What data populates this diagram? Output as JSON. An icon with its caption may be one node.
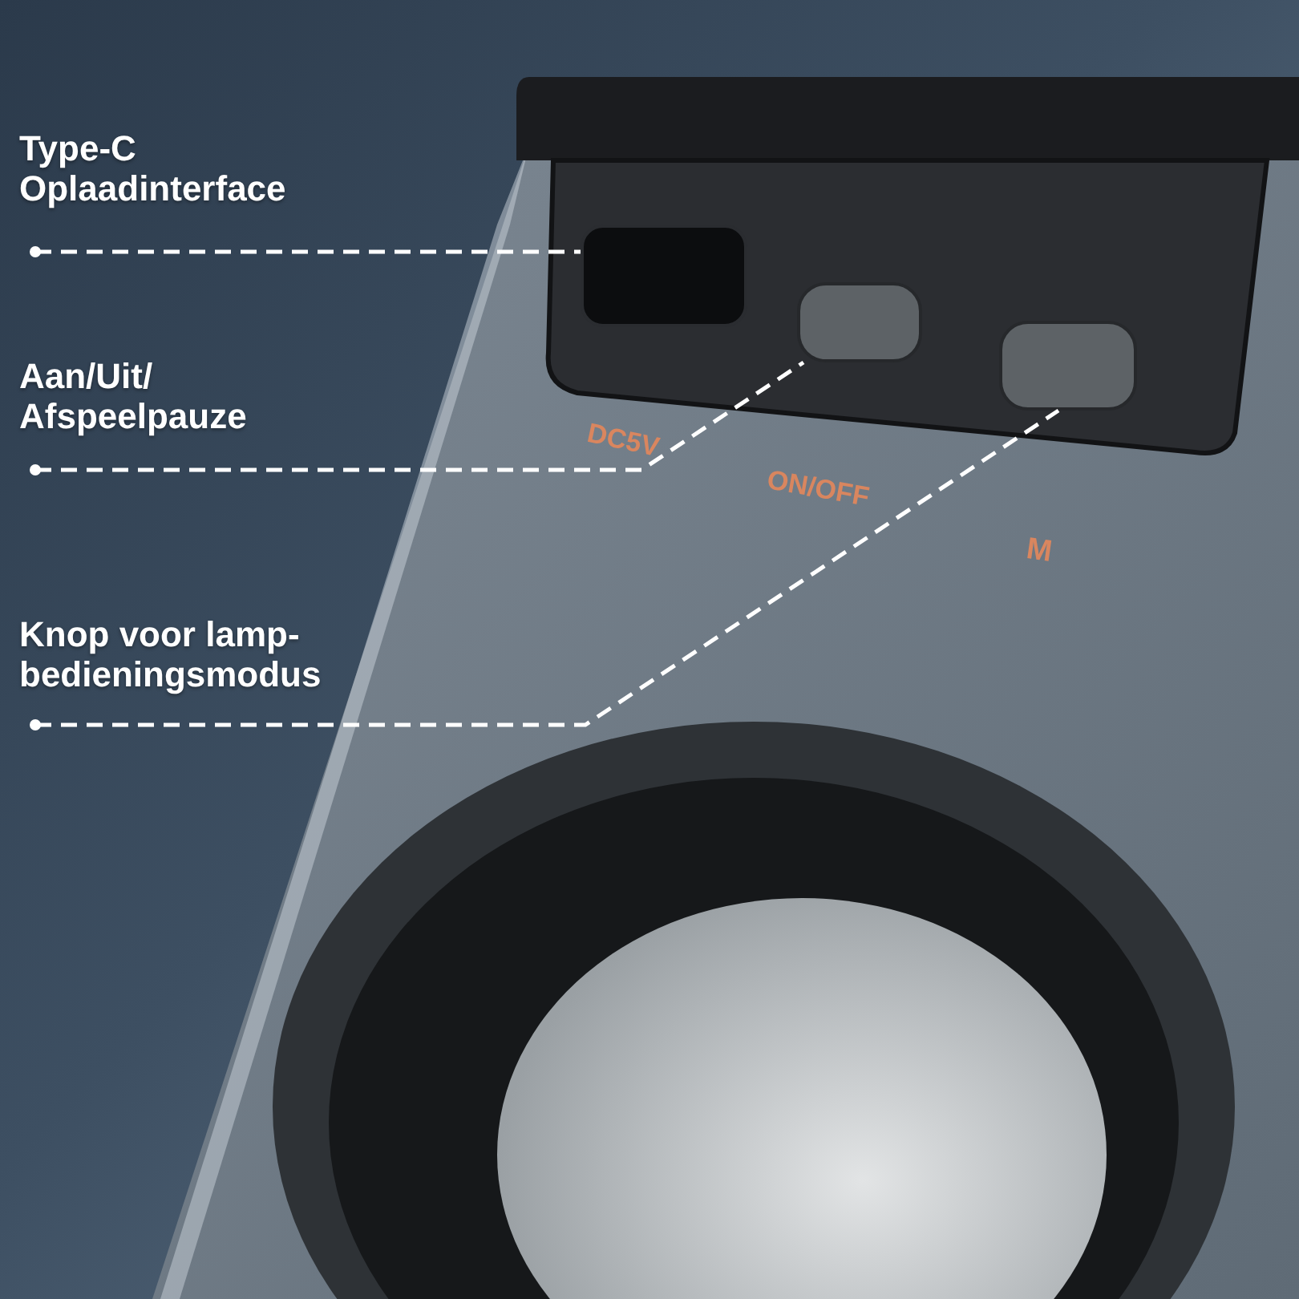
{
  "diagram": {
    "nodes": [
      {
        "text": [
          "Type-C Oplaadinterface"
        ]
      },
      {
        "text": [
          "Aan/Uit/ Afspeelpauze"
        ]
      },
      {
        "text": [
          "Knop voor lamp-bedieningsmodus"
        ]
      },
      {
        "text": [],
        "shape": "box"
      },
      {
        "text": [],
        "shape": "box"
      },
      {
        "text": [],
        "shape": "box"
      }
    ],
    "edges": [
      {
        "from": 0,
        "to": 3,
        "arrow": "other"
      },
      {
        "from": 1,
        "to": 4,
        "arrow": "other"
      },
      {
        "from": 2,
        "to": 5,
        "arrow": "other"
      }
    ],
    "labels": [
      "DC5V",
      "ON/OFF",
      "M"
    ]
  }
}
